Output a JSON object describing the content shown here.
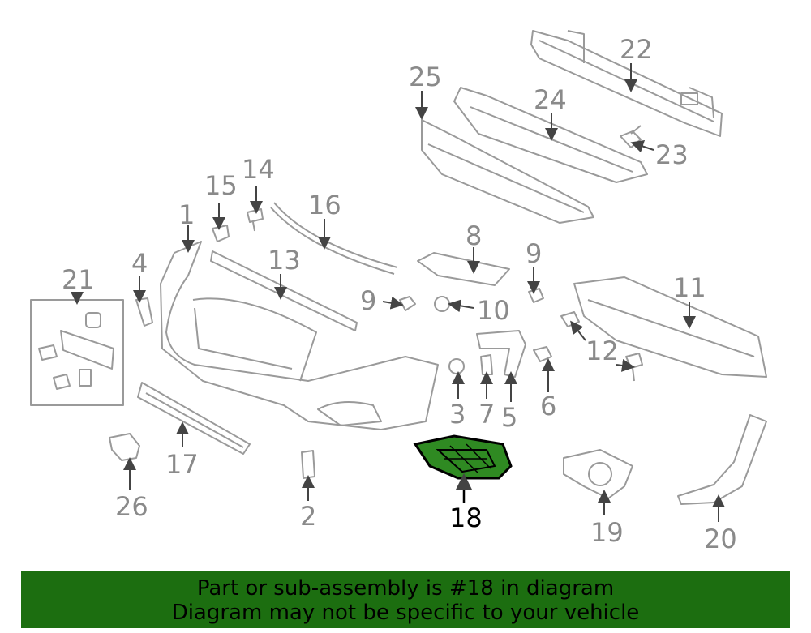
{
  "callouts": {
    "c1": "1",
    "c2": "2",
    "c3": "3",
    "c4": "4",
    "c5": "5",
    "c6": "6",
    "c7": "7",
    "c8": "8",
    "c9a": "9",
    "c9b": "9",
    "c10": "10",
    "c11": "11",
    "c12": "12",
    "c13": "13",
    "c14": "14",
    "c15": "15",
    "c16": "16",
    "c17": "17",
    "c18": "18",
    "c19": "19",
    "c20": "20",
    "c21": "21",
    "c22": "22",
    "c23": "23",
    "c24": "24",
    "c25": "25",
    "c26": "26"
  },
  "highlight": {
    "part": "18",
    "color": "#1c6e10"
  },
  "banner": {
    "line1": "Part or sub-assembly is #18 in diagram",
    "line2": "Diagram may not be specific to your vehicle",
    "background": "#1c6e10"
  },
  "colors": {
    "line": "#9a9a9a",
    "label": "#8a8a8a"
  }
}
